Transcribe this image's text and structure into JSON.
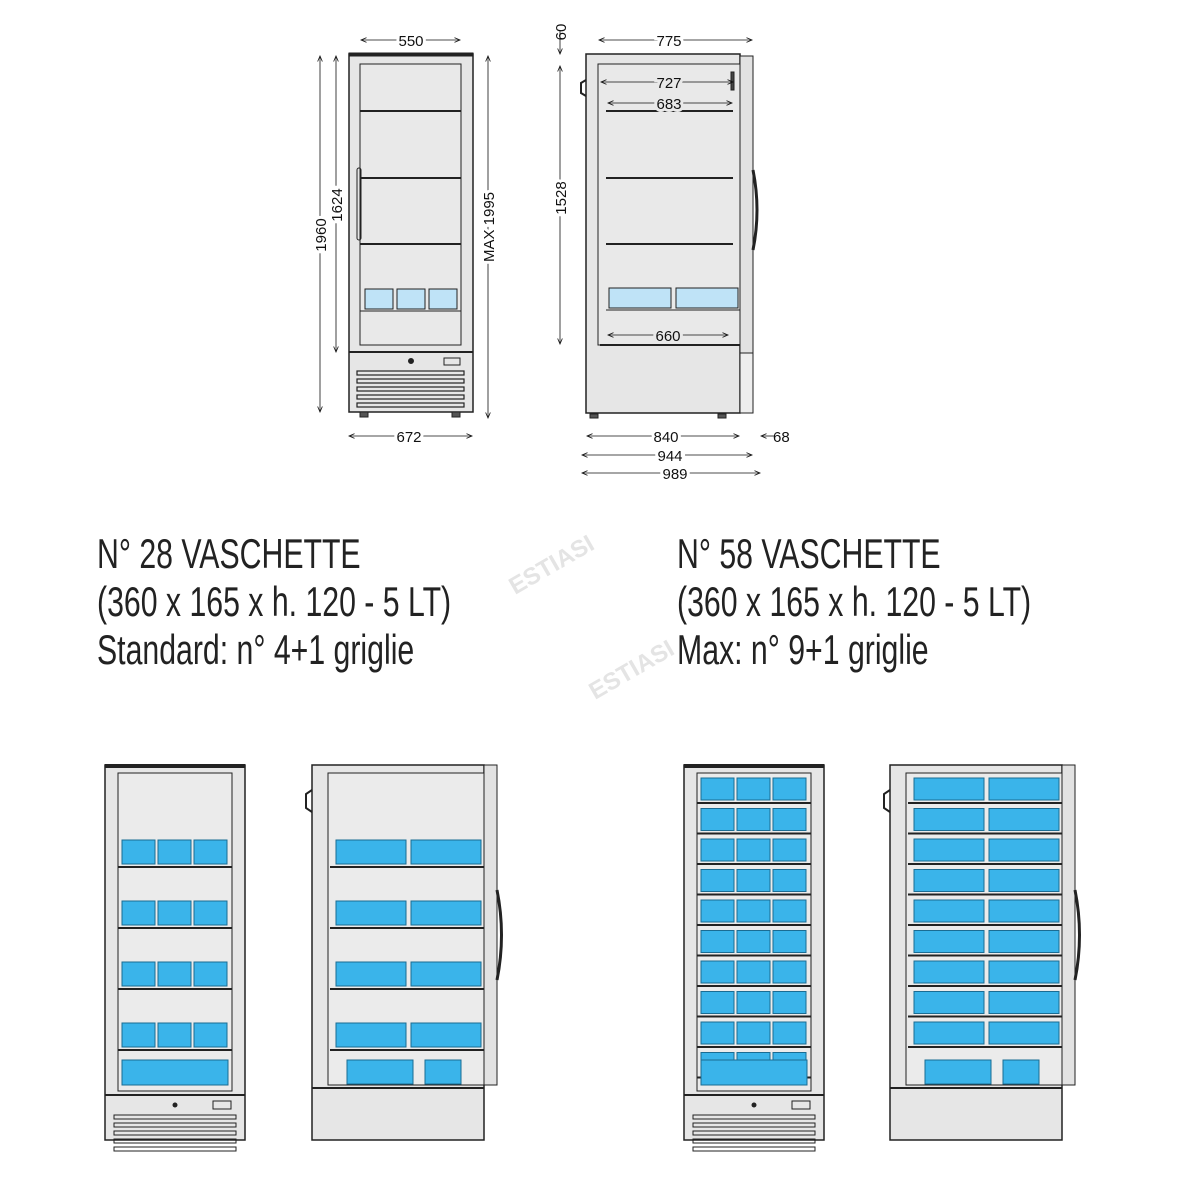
{
  "top_front": {
    "width_top": "550",
    "height_total": "1960",
    "height_glass": "1624",
    "height_max": "MAX 1995",
    "width_bottom": "672"
  },
  "top_side": {
    "top_gap": "60",
    "width_top": "775",
    "inner_727": "727",
    "inner_683": "683",
    "height_1528": "1528",
    "inner_660": "660",
    "depth_840": "840",
    "depth_944": "944",
    "depth_989": "989",
    "door_68": "68"
  },
  "left_caption": {
    "line1": "N° 28 VASCHETTE",
    "line2": "(360 x 165 x h. 120 - 5 LT)",
    "line3": "Standard: n° 4+1 griglie"
  },
  "right_caption": {
    "line1": "N° 58 VASCHETTE",
    "line2": "(360 x 165 x h. 120 - 5 LT)",
    "line3": "Max: n° 9+1 griglie"
  },
  "watermark": "ESTIASI",
  "configs": {
    "standard_tray_rows": 4,
    "max_tray_rows": 9
  },
  "colors": {
    "tray": "#3ab4ea",
    "tray_light": "#bfe3f7",
    "body": "#e6e6e6",
    "line": "#222222"
  }
}
